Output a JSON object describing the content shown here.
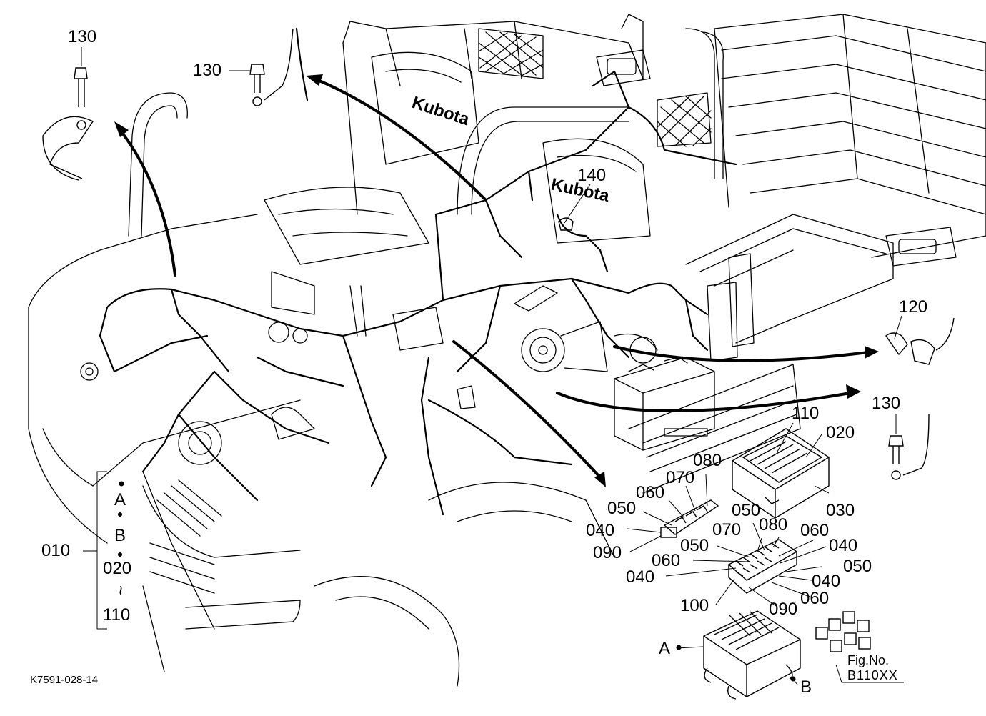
{
  "diagram": {
    "drawing_id": "K7591-028-14",
    "fig_prefix": "Fig.No.",
    "fig_code": "B110XX",
    "brand_text": "Kubota",
    "callouts": {
      "c130_top_left": "130",
      "c130_top_mid": "130",
      "c140": "140",
      "c120": "120",
      "c130_right": "130",
      "c110": "110",
      "c020_right": "020",
      "c030": "030",
      "c080_a": "080",
      "c070_a": "070",
      "c060_a": "060",
      "c050_a": "050",
      "c040_a": "040",
      "c090_a": "090",
      "c050_b": "050",
      "c080_b": "080",
      "c070_b": "070",
      "c060_b": "060",
      "c050_c": "050",
      "c040_b": "040",
      "c060_c": "060",
      "c040_c": "040",
      "c050_d": "050",
      "c040_d": "040",
      "c100": "100",
      "c090_b": "090",
      "c060_d": "060",
      "c010": "010",
      "bracket_a": "A",
      "bracket_b": "B",
      "bracket_020": "020",
      "bracket_tilde": "~",
      "bracket_110": "110",
      "relay_a": "A",
      "relay_b": "B"
    }
  }
}
